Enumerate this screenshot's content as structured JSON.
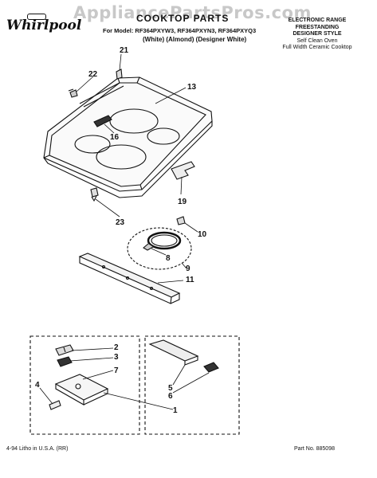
{
  "watermark": "AppliancePartsPros.com",
  "brand": "Whirlpool",
  "header": {
    "title": "COOKTOP PARTS",
    "models": "For Model: RF364PXYW3, RF364PXYN3, RF364PXYQ3",
    "variants": "(White)   (Almond)  (Designer White)"
  },
  "product_info": {
    "line1": "ELECTRONIC RANGE",
    "line2": "FREESTANDING",
    "line3": "DESIGNER STYLE",
    "line4": "Self Clean Oven",
    "line5": "Full Width Ceramic Cooktop"
  },
  "callouts": [
    "21",
    "22",
    "13",
    "16",
    "19",
    "23",
    "10",
    "8",
    "9",
    "11",
    "2",
    "3",
    "7",
    "4",
    "5",
    "6",
    "1"
  ],
  "footer": {
    "left": "4-94 Litho in U.S.A. (RR)",
    "right": "Part No. 885098"
  }
}
